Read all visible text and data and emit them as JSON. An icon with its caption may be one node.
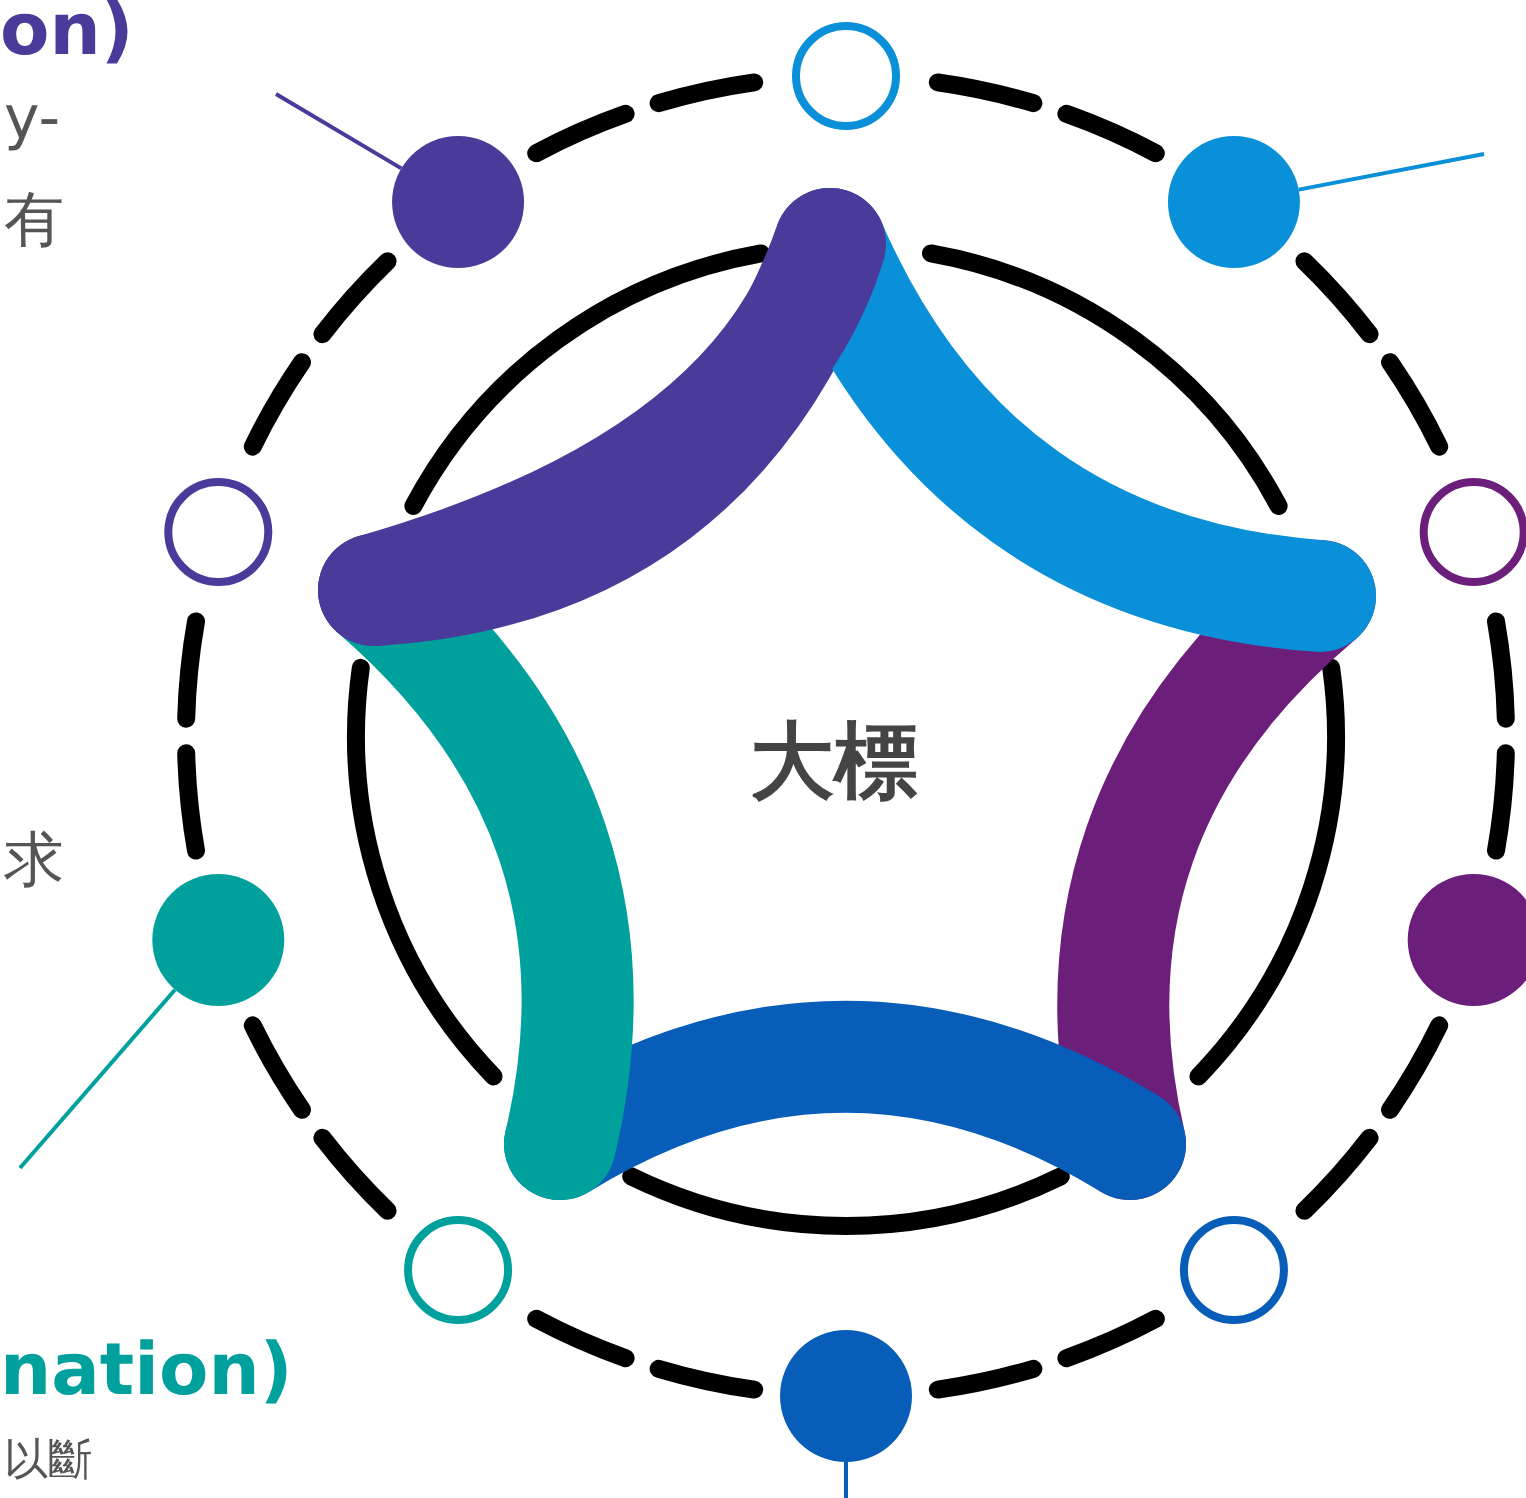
{
  "diagram": {
    "nodes": [
      {
        "text": [
          "大標"
        ]
      },
      {
        "text": [],
        "shape": "circle"
      },
      {
        "text": [],
        "shape": "circle"
      },
      {
        "text": [],
        "shape": "circle"
      },
      {
        "text": [],
        "shape": "circle"
      }
    ],
    "edges": [
      {
        "from": null,
        "to": 1,
        "arrow": "none",
        "color": "#4a3a9a"
      },
      {
        "from": null,
        "to": 2,
        "arrow": "none",
        "color": "#0a90d8"
      },
      {
        "from": null,
        "to": 3,
        "arrow": "none",
        "color": "#00a19c"
      },
      {
        "from": null,
        "to": 4,
        "arrow": "none",
        "color": "#075db8"
      }
    ],
    "labels": [
      "on)",
      "y-",
      "有",
      "求",
      "nation)",
      "以斷"
    ]
  }
}
